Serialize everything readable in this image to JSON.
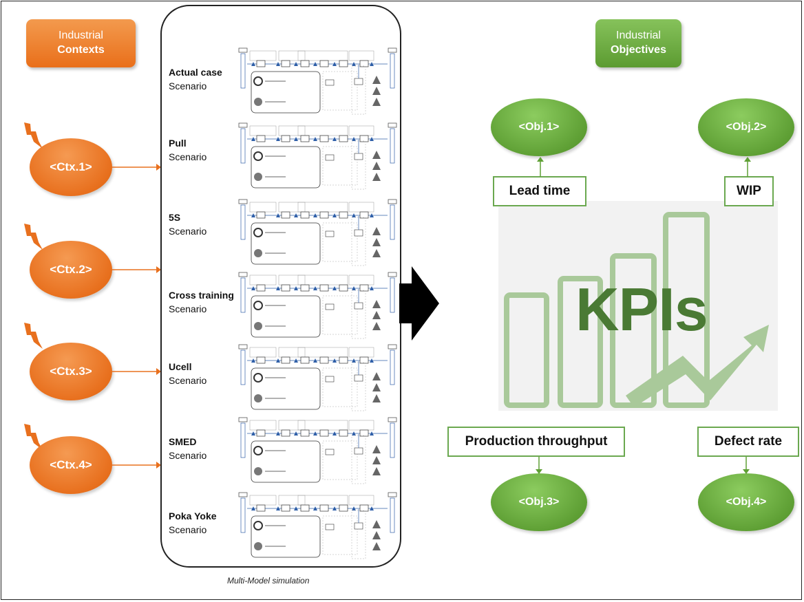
{
  "contexts_header": {
    "line1": "Industrial",
    "line2": "Contexts"
  },
  "objectives_header": {
    "line1": "Industrial",
    "line2": "Objectives"
  },
  "contexts": [
    "<Ctx.1>",
    "<Ctx.2>",
    "<Ctx.3>",
    "<Ctx.4>"
  ],
  "scenarios": [
    {
      "name": "Actual case",
      "label": "Scenario"
    },
    {
      "name": "Pull",
      "label": "Scenario"
    },
    {
      "name": "5S",
      "label": "Scenario"
    },
    {
      "name": "Cross training",
      "label": "Scenario"
    },
    {
      "name": "Ucell",
      "label": "Scenario"
    },
    {
      "name": "SMED",
      "label": "Scenario"
    },
    {
      "name": "Poka Yoke",
      "label": "Scenario"
    }
  ],
  "simulation_caption": "Multi-Model simulation",
  "kpi_label": "KPIs",
  "objectives": [
    "<Obj.1>",
    "<Obj.2>",
    "<Obj.3>",
    "<Obj.4>"
  ],
  "kpis": [
    "Lead time",
    "WIP",
    "Production throughput",
    "Defect rate"
  ],
  "colors": {
    "orange": "#e8701e",
    "green": "#5fa035",
    "kpi_dark": "#4a7a34",
    "kpi_light": "#a9c99a"
  }
}
